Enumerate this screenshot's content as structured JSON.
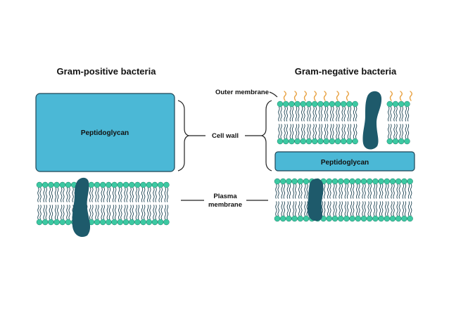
{
  "diagram": {
    "gram_positive": {
      "title": "Gram-positive bacteria",
      "peptidoglycan_label": "Peptidoglycan"
    },
    "gram_negative": {
      "title": "Gram-negative bacteria",
      "peptidoglycan_label": "Peptidoglycan"
    },
    "labels": {
      "outer_membrane": "Outer membrane",
      "cell_wall": "Cell wall",
      "plasma_membrane_line1": "Plasma",
      "plasma_membrane_line2": "membrane"
    }
  },
  "colors": {
    "peptidoglycan_fill": "#4bb8d6",
    "outline": "#1f4656",
    "lipid_head": "#3cc9a2",
    "lipid_tail": "#1f4656",
    "protein": "#1e5a6b",
    "lps": "#e8a03f",
    "bracket": "#222222"
  }
}
